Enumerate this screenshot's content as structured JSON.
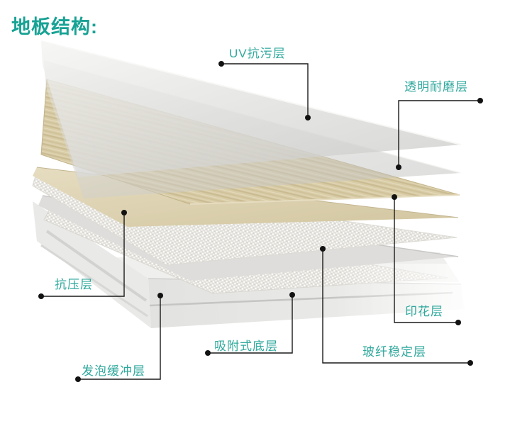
{
  "title": "地板结构:",
  "labels": {
    "uv": "UV抗污层",
    "wear": "透明耐磨层",
    "print": "印花层",
    "press": "抗压层",
    "fiberglass": "玻纤稳定层",
    "suction": "吸附式底层",
    "foam": "发泡缓冲层"
  },
  "colors": {
    "title_teal": "#17a294",
    "label_teal": "#2fa89c",
    "leader_line": "#1a1a1a",
    "wood_layer": "#d8cca8",
    "cream_layer": "#dcd1b0",
    "mesh_layer": "#eceae4",
    "base_slab": "#e6e6e4",
    "transparent_sheet": "#d6d6d4"
  }
}
